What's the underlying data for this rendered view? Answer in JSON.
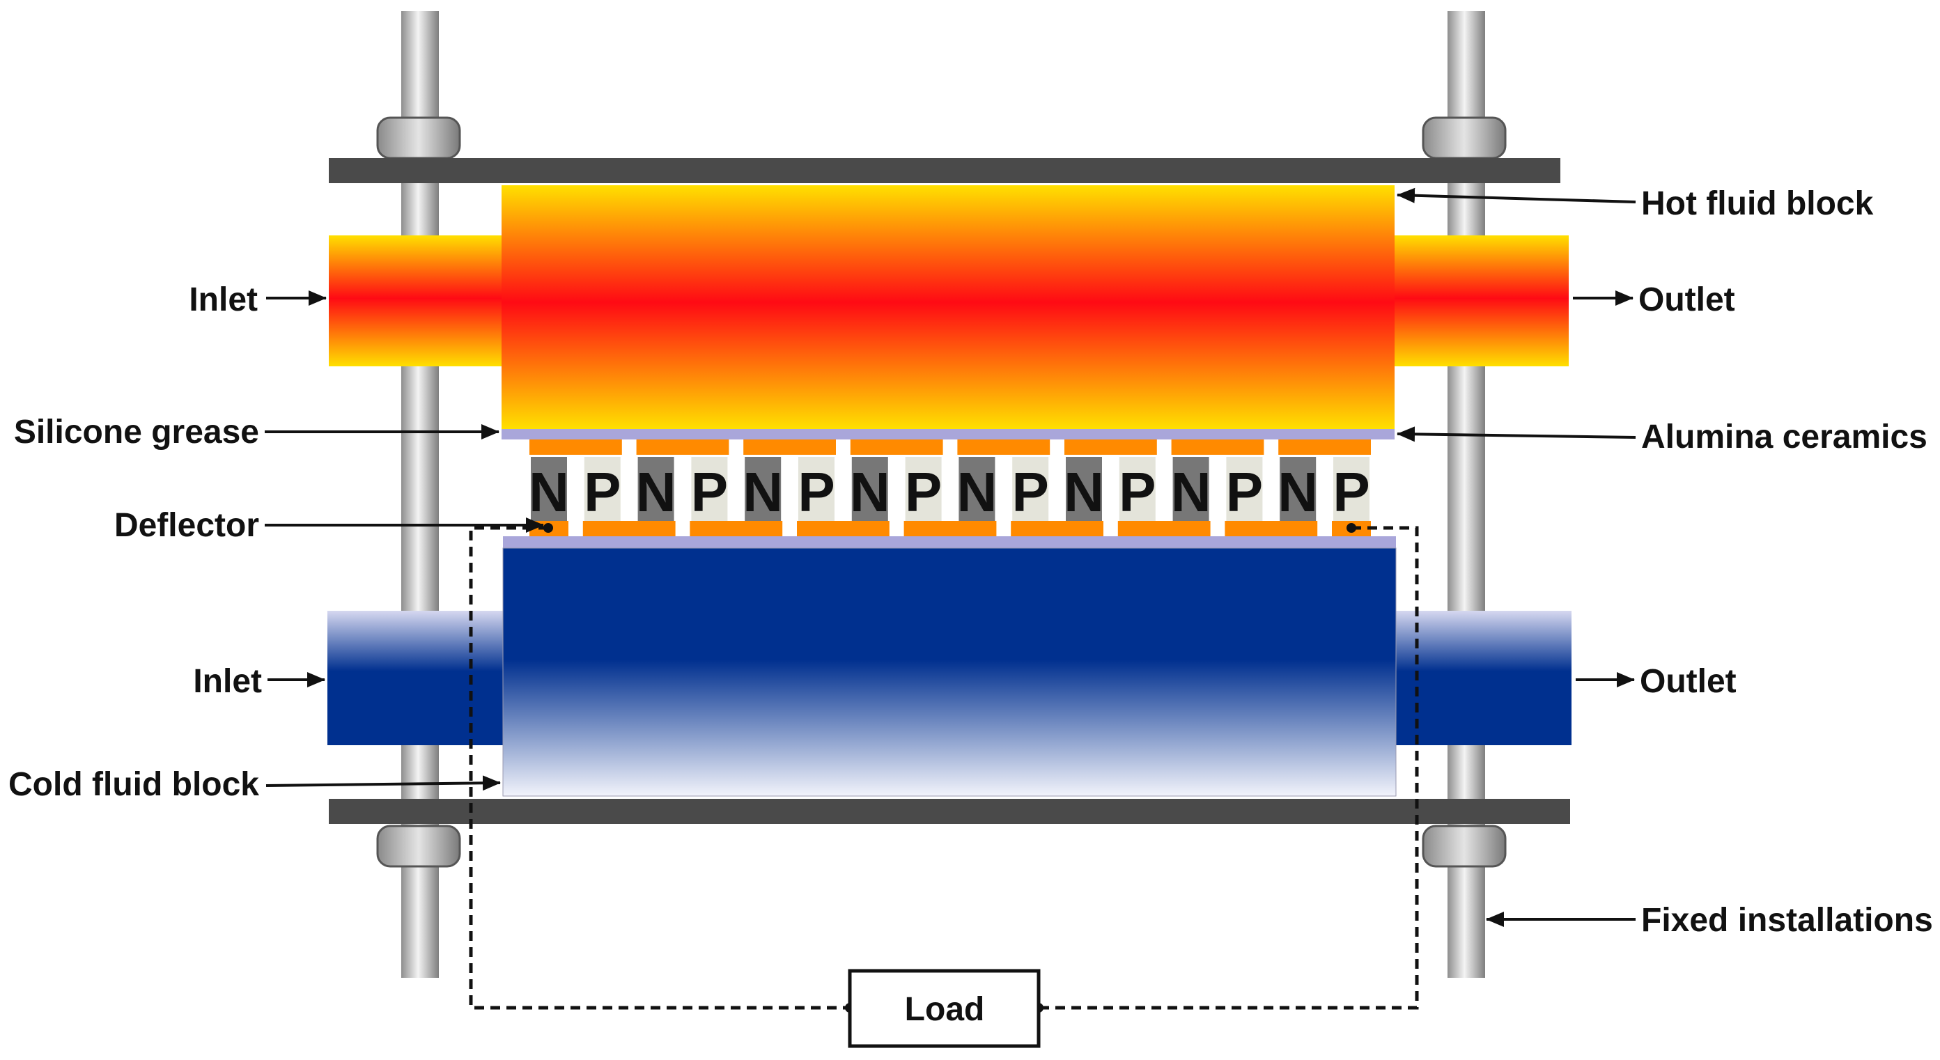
{
  "labels": {
    "hot_fluid_block": "Hot fluid block",
    "inlet_top": "Inlet",
    "outlet_top": "Outlet",
    "silicone_grease": "Silicone grease",
    "alumina_ceramics": "Alumina ceramics",
    "deflector": "Deflector",
    "inlet_bottom": "Inlet",
    "outlet_bottom": "Outlet",
    "cold_fluid_block": "Cold fluid block",
    "fixed_installations": "Fixed installations",
    "load": "Load"
  },
  "legs": [
    "N",
    "P",
    "N",
    "P",
    "N",
    "P",
    "N",
    "P",
    "N",
    "P",
    "N",
    "P",
    "N",
    "P",
    "N",
    "P"
  ],
  "colors": {
    "hot_edge": "#FFE000",
    "hot_center": "#FF0A14",
    "cold_dark": "#00308F",
    "cold_light": "#F2F3FB",
    "electrode": "#FF8A00",
    "ceramic": "#A9A6DA",
    "plate": "#4A4A4A",
    "n_leg": "#777777",
    "p_leg": "#E4E4DA"
  }
}
